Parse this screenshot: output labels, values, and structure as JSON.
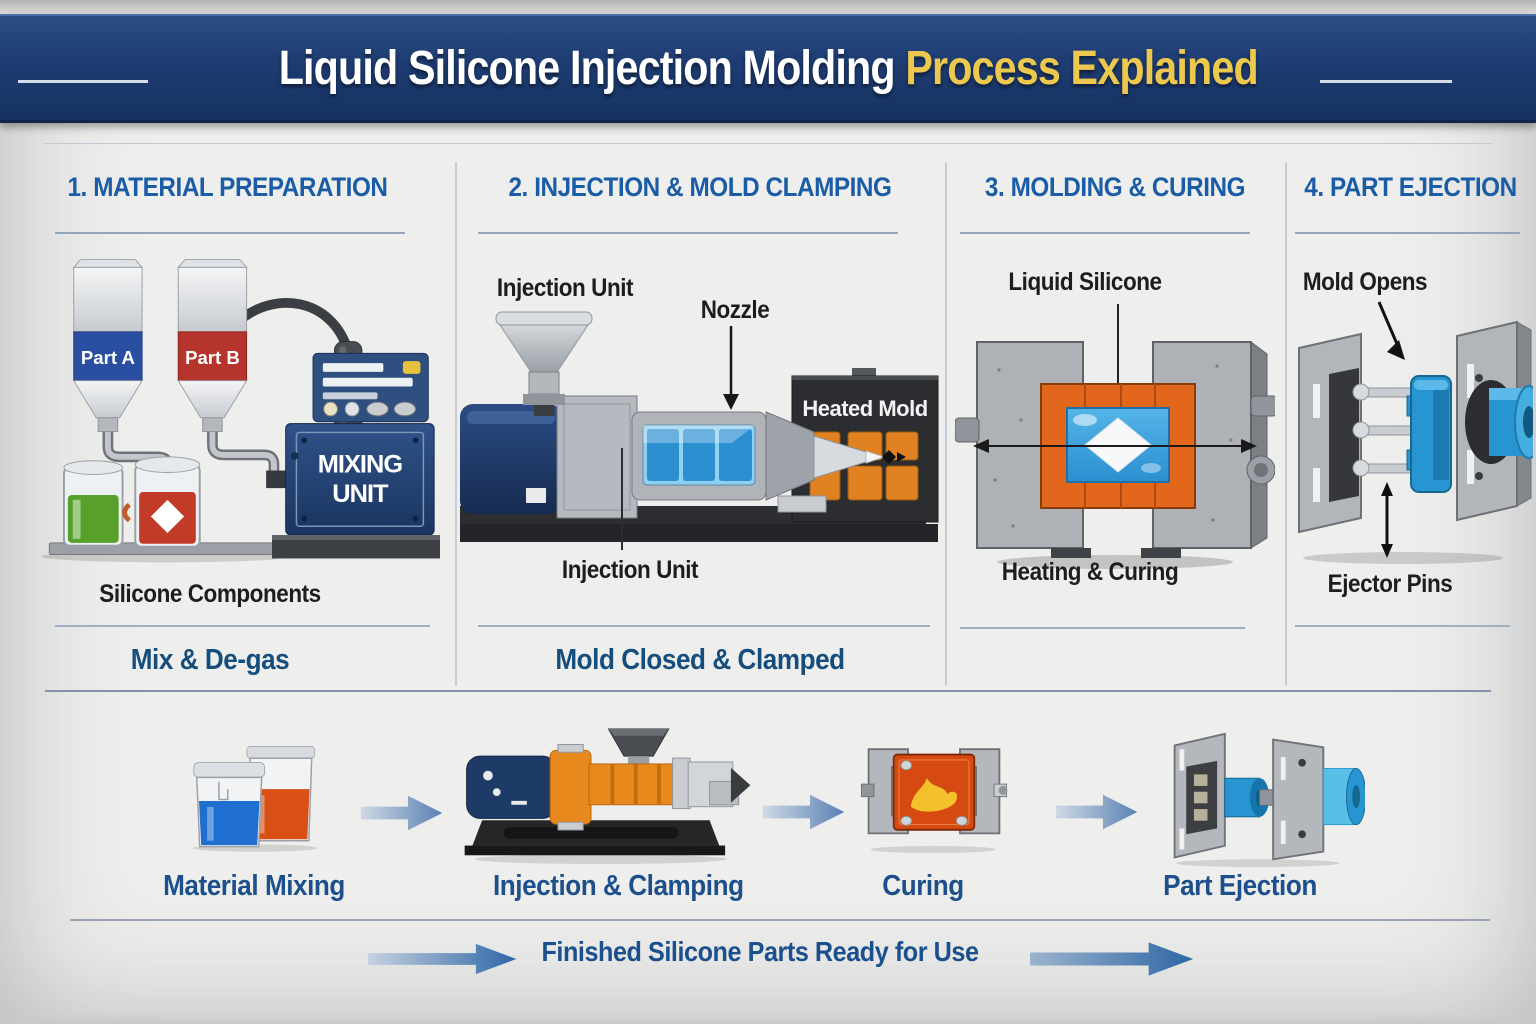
{
  "header": {
    "title_main": "Liquid Silicone Injection Molding",
    "title_accent": "Process Explained"
  },
  "steps": [
    {
      "number": "1.",
      "title": "MATERIAL PREPARATION",
      "labels": {
        "part_a": "Part A",
        "part_b": "Part B",
        "mixing_line1": "MIXING",
        "mixing_line2": "UNIT"
      },
      "caption": "Silicone Components",
      "subcaption": "Mix & De-gas"
    },
    {
      "number": "2.",
      "title": "INJECTION & MOLD CLAMPING",
      "labels": {
        "injection_unit_top": "Injection Unit",
        "nozzle": "Nozzle",
        "heated_mold": "Heated Mold",
        "injection_unit_bottom": "Injection Unit"
      },
      "subcaption": "Mold Closed & Clamped"
    },
    {
      "number": "3.",
      "title": "MOLDING & CURING",
      "labels": {
        "liquid_silicone": "Liquid Silicone"
      },
      "caption": "Heating & Curing"
    },
    {
      "number": "4.",
      "title": "PART EJECTION",
      "labels": {
        "mold_opens": "Mold Opens",
        "ejector_pins": "Ejector Pins"
      }
    }
  ],
  "bottom_flow": {
    "items": [
      {
        "label": "Material Mixing"
      },
      {
        "label": "Injection & Clamping"
      },
      {
        "label": "Curing"
      },
      {
        "label": "Part Ejection"
      }
    ],
    "footer": "Finished Silicone Parts Ready for Use"
  },
  "colors": {
    "banner_navy": "#1d3c72",
    "accent_yellow": "#ecc84e",
    "step_heading_blue": "#1b5ca6",
    "subcaption_blue": "#154e7d",
    "bottom_label_blue": "#1d4f8c",
    "footer_blue": "#1b508f",
    "part_a_blue": "#2a4fa0",
    "part_b_red": "#b5342c",
    "heated_mold_orange": "#e08122",
    "silicone_blue": "#2b8fd0",
    "flow_arrow_blue": "#4a7ab5"
  }
}
